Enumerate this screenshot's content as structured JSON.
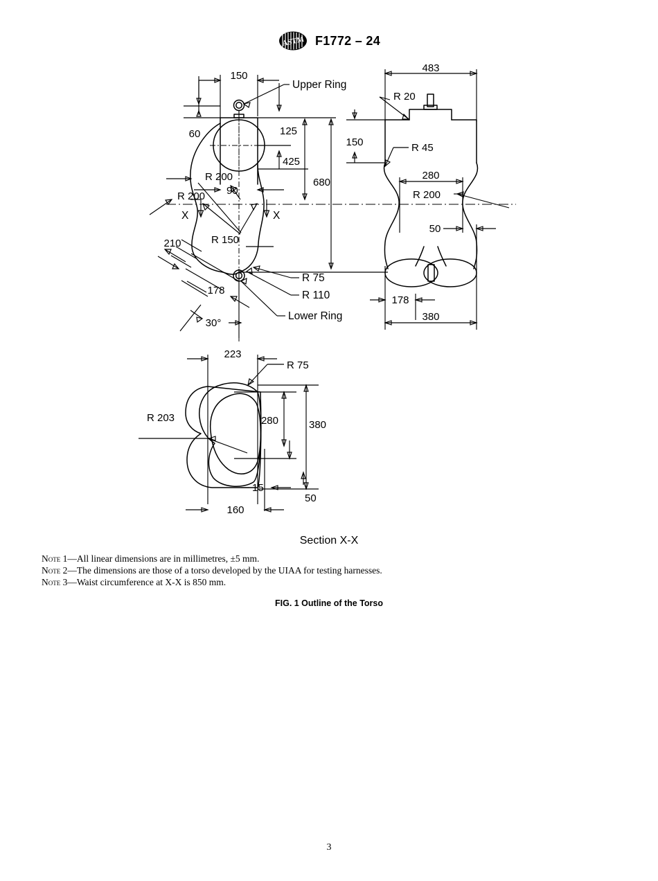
{
  "header": {
    "logo_icon": "astm-logo-icon",
    "standard_id": "F1772 – 24"
  },
  "figure": {
    "side_view": {
      "labels": {
        "upper_ring": "Upper Ring",
        "lower_ring": "Lower Ring",
        "section_mark_left": "X",
        "section_mark_right": "X"
      },
      "dimensions": {
        "d150": "150",
        "d60": "60",
        "d125": "125",
        "d425": "425",
        "d680": "680",
        "d90": "90",
        "d210": "210",
        "d178": "178",
        "a30": "30°",
        "r200_upper": "R 200",
        "r200_lower": "R 200",
        "r150": "R 150",
        "r75": "R 75",
        "r110": "R 110"
      }
    },
    "front_view": {
      "dimensions": {
        "d483": "483",
        "r20": "R 20",
        "d150": "150",
        "r45": "R 45",
        "d280": "280",
        "r200": "R 200",
        "d50": "50",
        "d178": "178",
        "d380": "380"
      }
    },
    "section_view": {
      "title": "Section X-X",
      "dimensions": {
        "d223": "223",
        "r75": "R 75",
        "r203": "R 203",
        "d280": "280",
        "d380": "380",
        "d15": "15",
        "d50": "50",
        "d160": "160"
      }
    }
  },
  "notes": [
    {
      "label": "Note 1",
      "text": "—All linear dimensions are in millimetres, ±5 mm."
    },
    {
      "label": "Note 2",
      "text": "—The dimensions are those of a torso developed by the UIAA for testing harnesses."
    },
    {
      "label": "Note 3",
      "text": "—Waist circumference at X-X is 850 mm."
    }
  ],
  "fig_caption": "FIG. 1 Outline of the Torso",
  "page_number": "3"
}
